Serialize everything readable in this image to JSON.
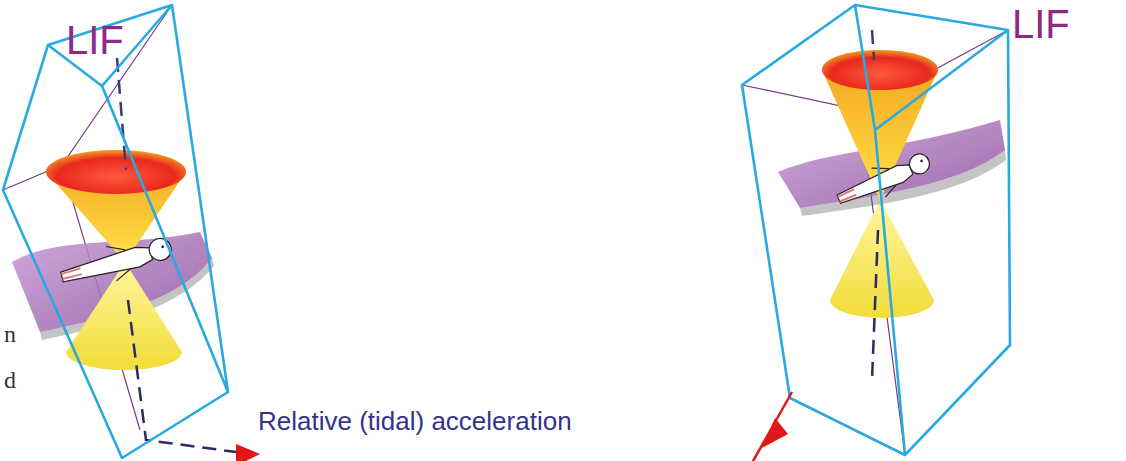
{
  "diagram": {
    "labels": [
      "LIF",
      "LIF",
      "Relative (tidal) acceleration",
      "n",
      "d"
    ]
  }
}
